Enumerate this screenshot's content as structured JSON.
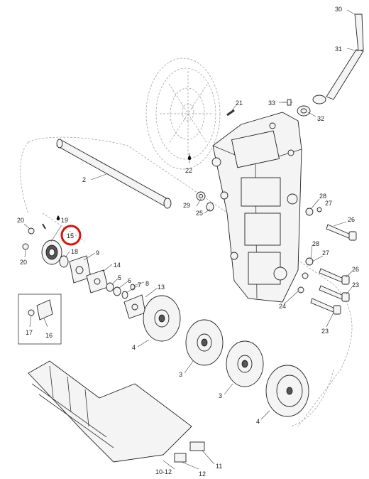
{
  "diagram": {
    "callouts": [
      {
        "id": "c30",
        "label": "30"
      },
      {
        "id": "c31",
        "label": "31"
      },
      {
        "id": "c33",
        "label": "33"
      },
      {
        "id": "c21",
        "label": "21"
      },
      {
        "id": "c32",
        "label": "32"
      },
      {
        "id": "c22",
        "label": "22"
      },
      {
        "id": "c2",
        "label": "2"
      },
      {
        "id": "c28a",
        "label": "28"
      },
      {
        "id": "c27a",
        "label": "27"
      },
      {
        "id": "c29",
        "label": "29"
      },
      {
        "id": "c25",
        "label": "25"
      },
      {
        "id": "c26a",
        "label": "26"
      },
      {
        "id": "c20a",
        "label": "20"
      },
      {
        "id": "c19",
        "label": "19"
      },
      {
        "id": "c15",
        "label": "15"
      },
      {
        "id": "c18",
        "label": "18"
      },
      {
        "id": "c20b",
        "label": "20"
      },
      {
        "id": "c9",
        "label": "9"
      },
      {
        "id": "c14",
        "label": "14"
      },
      {
        "id": "c5",
        "label": "5"
      },
      {
        "id": "c6",
        "label": "6"
      },
      {
        "id": "c7",
        "label": "7"
      },
      {
        "id": "c8",
        "label": "8"
      },
      {
        "id": "c13",
        "label": "13"
      },
      {
        "id": "c28b",
        "label": "28"
      },
      {
        "id": "c27b",
        "label": "27"
      },
      {
        "id": "c26b",
        "label": "26"
      },
      {
        "id": "c23a",
        "label": "23"
      },
      {
        "id": "c24",
        "label": "24"
      },
      {
        "id": "c23b",
        "label": "23"
      },
      {
        "id": "c17",
        "label": "17"
      },
      {
        "id": "c16",
        "label": "16"
      },
      {
        "id": "c4a",
        "label": "4"
      },
      {
        "id": "c3a",
        "label": "3"
      },
      {
        "id": "c3b",
        "label": "3"
      },
      {
        "id": "c4b",
        "label": "4"
      },
      {
        "id": "c11",
        "label": "11"
      },
      {
        "id": "c1012",
        "label": "10-12"
      },
      {
        "id": "c12",
        "label": "12"
      }
    ],
    "highlight_color": "#d8140c"
  }
}
